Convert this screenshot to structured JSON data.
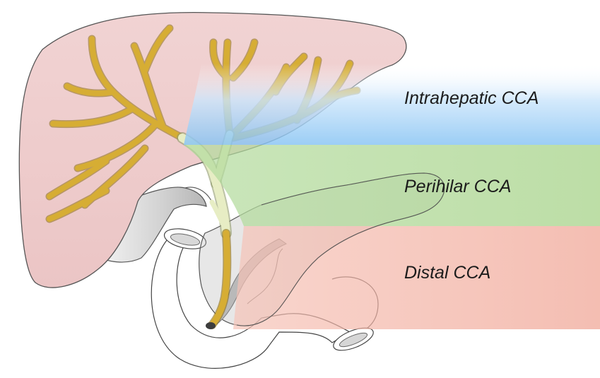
{
  "labels": {
    "intrahepatic": "Intrahepatic CCA",
    "perihilar": "Perihilar CCA",
    "distal": "Distal CCA"
  },
  "colors": {
    "intrahepatic_band": "#8ec8f4",
    "perihilar_band": "#a9d48a",
    "distal_band": "#f0a090",
    "liver": "#efcdcd",
    "bile_duct_branch": "#d4ac34",
    "bile_duct_hilar": "#e6ecc2",
    "gallbladder": "#cccccc",
    "outline": "#555555"
  },
  "icons": {
    "liver": "liver-shape",
    "bile_ducts": "biliary-tree",
    "gallbladder": "gallbladder-shape",
    "pancreas": "pancreas-shape",
    "duodenum": "duodenum-shape"
  }
}
